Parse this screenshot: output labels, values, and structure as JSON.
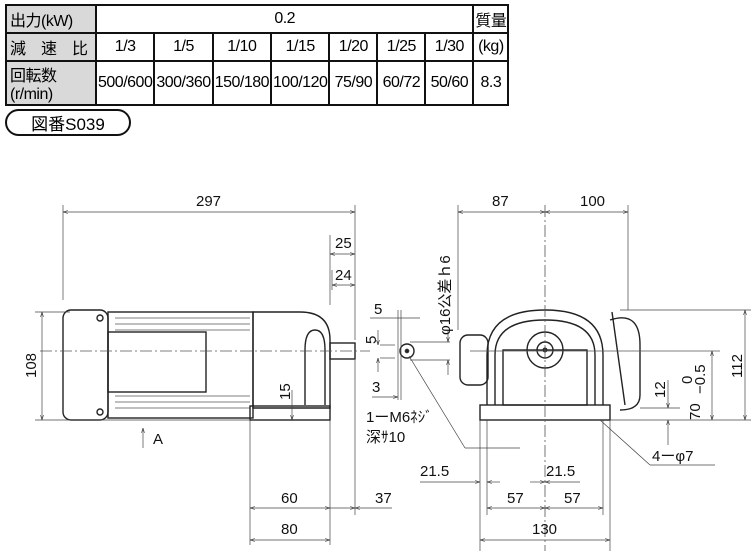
{
  "table": {
    "row_output": {
      "label": "出力(kW)",
      "value": "0.2",
      "mass_header": "質量"
    },
    "row_ratio": {
      "label": "減　速　比",
      "values": [
        "1/3",
        "1/5",
        "1/10",
        "1/15",
        "1/20",
        "1/25",
        "1/30"
      ],
      "mass_unit": "(kg)"
    },
    "row_speed": {
      "label": "回転数(r/min)",
      "values": [
        "500/600",
        "300/360",
        "150/180",
        "100/120",
        "75/90",
        "60/72",
        "50/60"
      ],
      "mass": "8.3"
    }
  },
  "drawing_number": "図番S039",
  "dimensions": {
    "overall_length": "297",
    "d25": "25",
    "d24": "24",
    "height": "108",
    "d15": "15",
    "key_w": "5",
    "key_h": "5",
    "key_d": "3",
    "tap": "1ーM6ﾈｼﾞ",
    "tap_depth": "深ｻ10",
    "shaft": "φ16公差ｈ6",
    "d60": "60",
    "d37": "37",
    "d80": "80",
    "view_a": "A",
    "d87": "87",
    "d100": "100",
    "d112": "112",
    "d70": "70",
    "tol_upper": "0",
    "tol_lower": "−0.5",
    "d12": "12",
    "holes": "4ーφ7",
    "d21_5_left": "21.5",
    "d21_5_right": "21.5",
    "d57_left": "57",
    "d57_right": "57",
    "d130": "130"
  }
}
